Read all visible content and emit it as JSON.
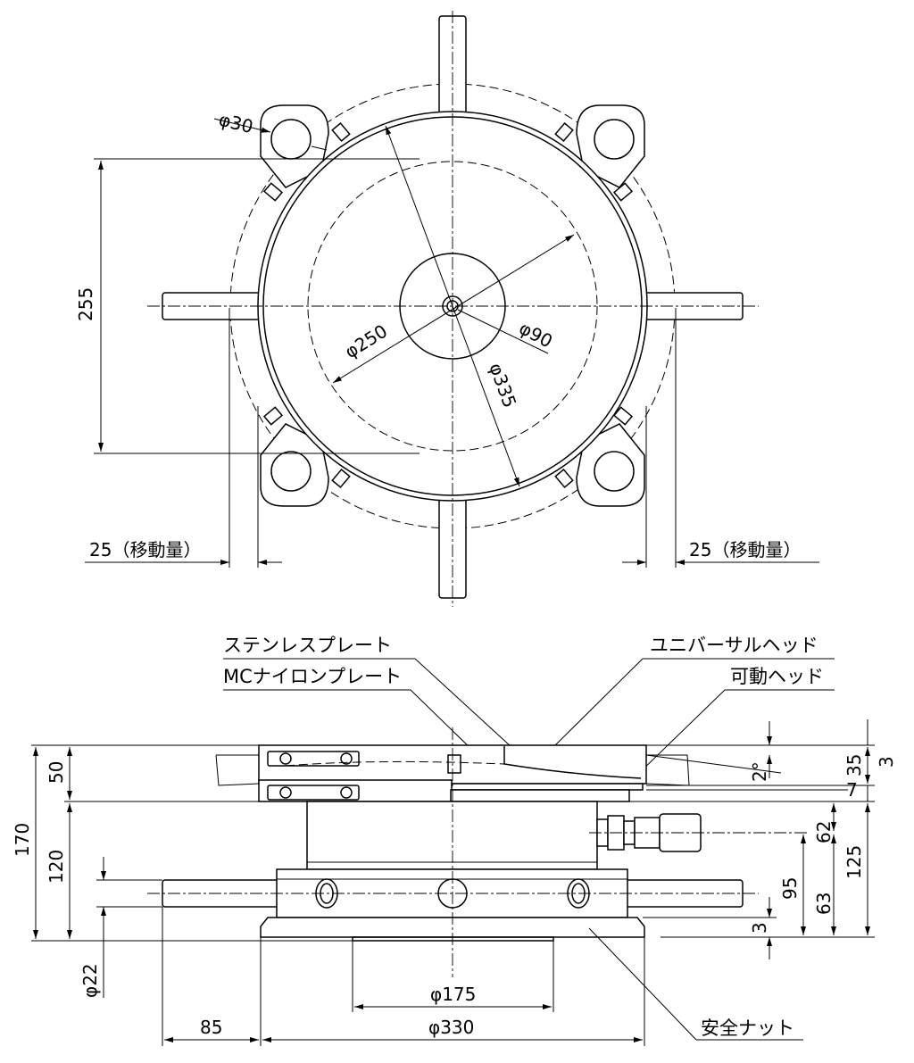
{
  "top_view": {
    "dims": {
      "hole": "φ30",
      "height": "255",
      "inner": "φ250",
      "center": "φ90",
      "outer": "φ335",
      "travel_left": "25（移動量）",
      "travel_right": "25（移動量）"
    }
  },
  "side_view": {
    "callouts": {
      "stainless": "ステンレスプレート",
      "nylon": "MCナイロンプレート",
      "universal": "ユニバーサルヘッド",
      "movable": "可動ヘッド",
      "safety_nut": "安全ナット"
    },
    "dims": {
      "d50": "50",
      "d170": "170",
      "d120": "120",
      "d22": "φ22",
      "d85": "85",
      "d175": "φ175",
      "d330": "φ330",
      "angle": "2°",
      "d35": "35",
      "d3_top": "3",
      "d7": "7",
      "d62": "62",
      "d125": "125",
      "d95": "95",
      "d63": "63",
      "d3_bottom": "3"
    }
  }
}
